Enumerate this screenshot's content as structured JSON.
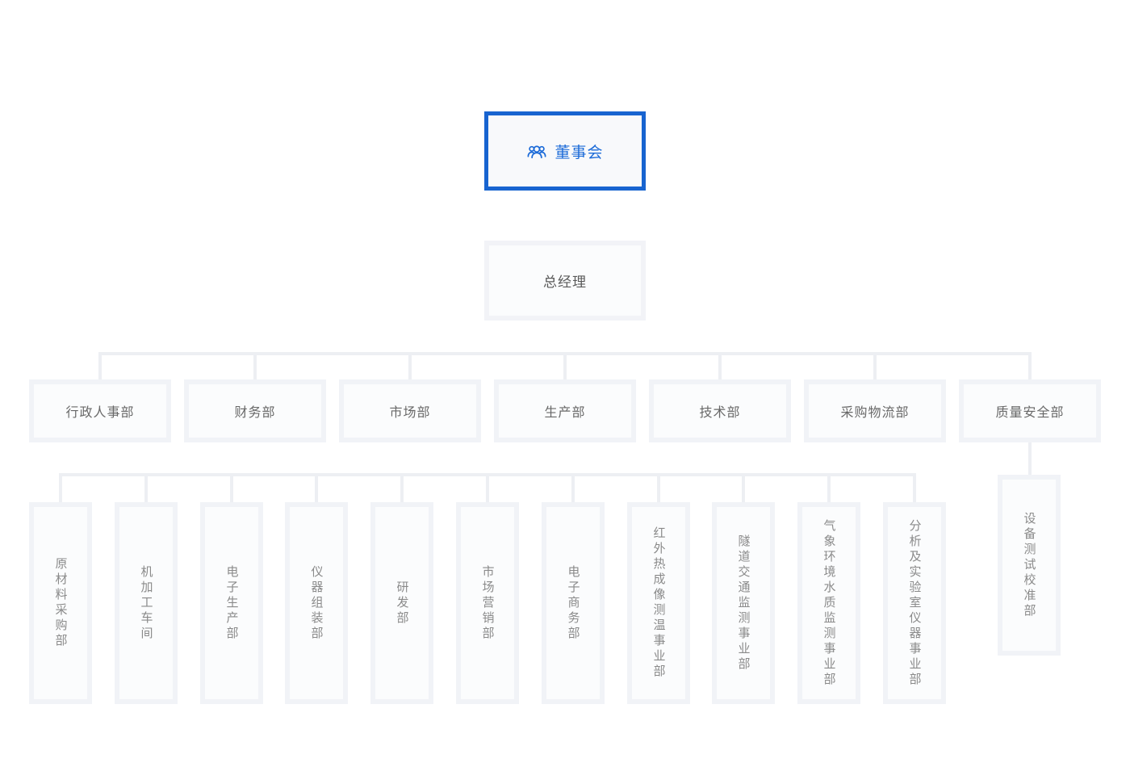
{
  "colors": {
    "accent_border": "#1864d0",
    "accent_text": "#1c6bd8",
    "box_border": "#f1f3f7",
    "box_background": "#fbfcfd",
    "connector_line": "#edeff3",
    "text_gray": "#686868"
  },
  "org": {
    "root": {
      "label": "董事会",
      "icon": "team-icon"
    },
    "general_manager": {
      "label": "总经理"
    },
    "departments": [
      {
        "label": "行政人事部"
      },
      {
        "label": "财务部"
      },
      {
        "label": "市场部"
      },
      {
        "label": "生产部"
      },
      {
        "label": "技术部"
      },
      {
        "label": "采购物流部"
      },
      {
        "label": "质量安全部"
      }
    ],
    "sub_departments": [
      {
        "label": "原材料采购部"
      },
      {
        "label": "机加工车间"
      },
      {
        "label": "电子生产部"
      },
      {
        "label": "仪器组装部"
      },
      {
        "label": "研发部"
      },
      {
        "label": "市场营销部"
      },
      {
        "label": "电子商务部"
      },
      {
        "label": "红外热成像测温事业部"
      },
      {
        "label": "隧道交通监测事业部"
      },
      {
        "label": "气象环境水质监测事业部"
      },
      {
        "label": "分析及实验室仪器事业部"
      }
    ],
    "quality_sub_department": {
      "label": "设备测试校准部"
    }
  }
}
